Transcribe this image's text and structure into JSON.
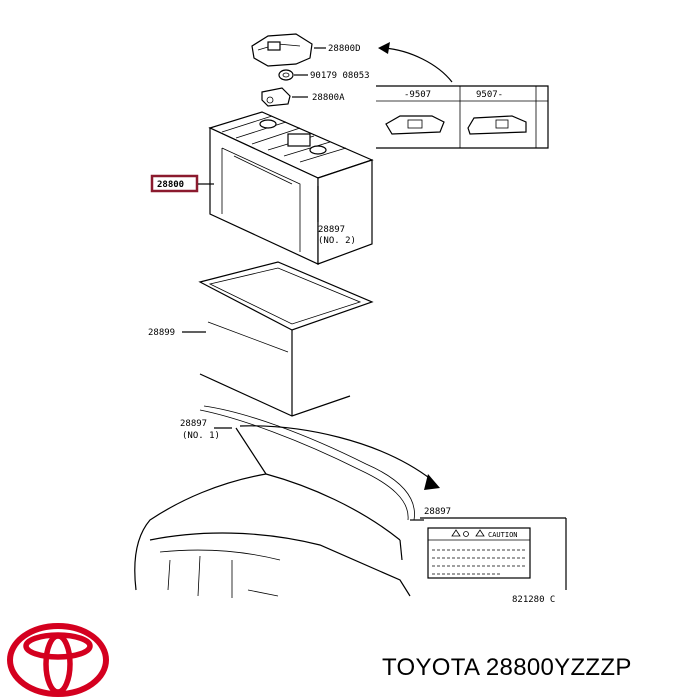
{
  "parts": {
    "cover": "28800D",
    "nut": "90179 08053",
    "clamp": "28800A",
    "battery": "28800",
    "battery_tray": "28899",
    "cable_no2": "28897",
    "cable_no2_sub": "(NO. 2)",
    "cable_no1": "28897",
    "cable_no1_sub": "(NO. 1)",
    "caution_label": "28897"
  },
  "table": {
    "col1": "-9507",
    "col2": "9507-"
  },
  "caution_text": "CAUTION",
  "ref_code": "821280 C",
  "highlight_color": "#8b1a2e",
  "brand": {
    "logo": "toyota-logo",
    "logo_color": "#d4001f",
    "part_number": "TOYOTA 28800YZZZP"
  }
}
